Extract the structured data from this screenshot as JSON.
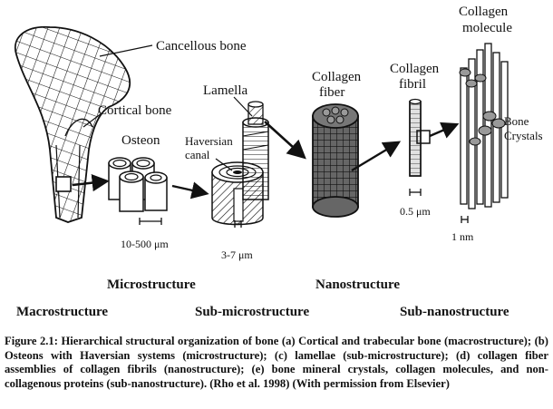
{
  "labels": {
    "cancellous_bone": "Cancellous bone",
    "cortical_bone": "Cortical bone",
    "osteon": "Osteon",
    "lamella": "Lamella",
    "haversian_canal_1": "Haversian",
    "haversian_canal_2": "canal",
    "collagen_fiber_1": "Collagen",
    "collagen_fiber_2": "fiber",
    "collagen_fibril_1": "Collagen",
    "collagen_fibril_2": "fibril",
    "collagen_molecule_1": "Collagen",
    "collagen_molecule_2": "molecule",
    "bone_crystals_1": "Bone",
    "bone_crystals_2": "Crystals"
  },
  "scales": {
    "osteon": "10-500 μm",
    "lamella": "3-7 μm",
    "fibril": "0.5 μm",
    "molecule": "1 nm"
  },
  "levels": {
    "microstructure": "Microstructure",
    "nanostructure": "Nanostructure",
    "macrostructure": "Macrostructure",
    "sub_microstructure": "Sub-microstructure",
    "sub_nanostructure": "Sub-nanostructure"
  },
  "caption": "Figure 2.1: Hierarchical structural organization of bone (a) Cortical and trabecular bone (macrostructure); (b) Osteons with Haversian systems (microstructure); (c) lamellae (sub-microstructure); (d) collagen fiber assemblies of collagen fibrils (nanostructure); (e) bone mineral crystals, collagen molecules, and non-collagenous proteins (sub-nanostructure). (Rho et al. 1998) (With permission from Elsevier)"
}
